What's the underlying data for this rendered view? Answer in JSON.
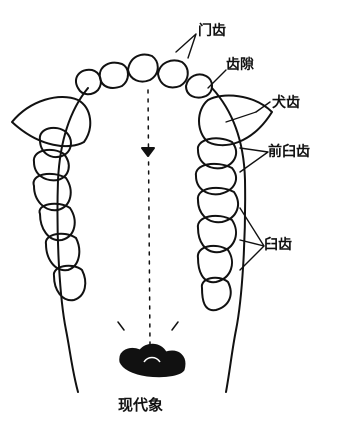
{
  "title": "现代象",
  "labels": {
    "incisor": "门齿",
    "diastema": "齿隙",
    "canine": "犬齿",
    "premolar": "前臼齿",
    "molar": "臼齿"
  }
}
